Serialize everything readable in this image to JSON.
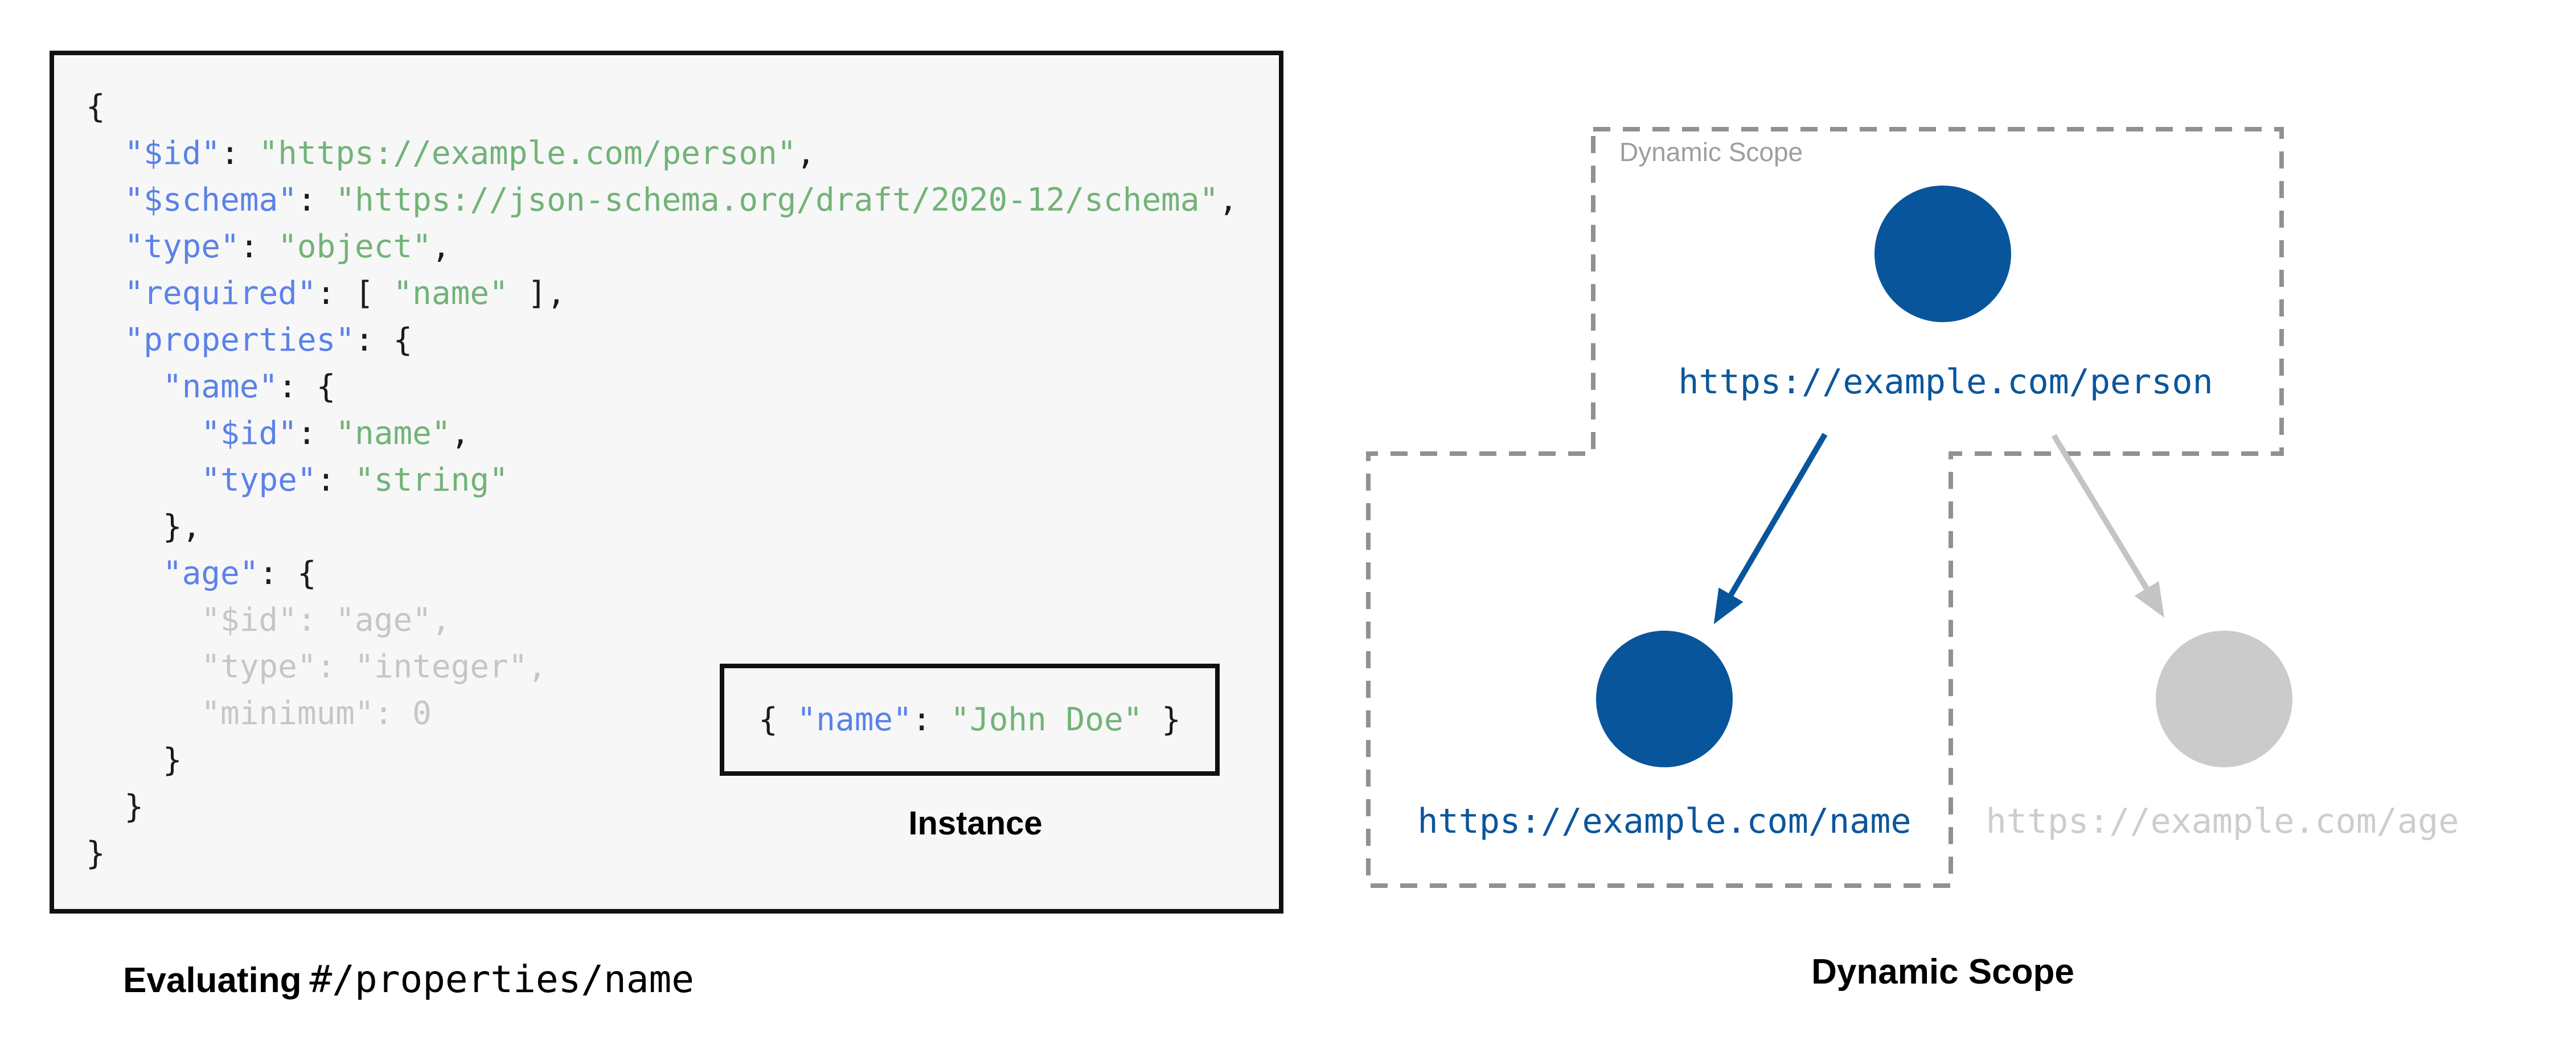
{
  "colors": {
    "page_bg": "#ffffff",
    "panel_bg": "#f7f7f7",
    "panel_border": "#111111",
    "code_key": "#5b82e8",
    "code_string": "#72b378",
    "code_punct": "#1b1b1b",
    "code_faded": "#c6c6c6",
    "node_blue": "#09559c",
    "node_gray": "#cbcbcb",
    "label_blue": "#0b569c",
    "label_gray": "#cdcdcd",
    "arrow_gray": "#c4c4c4",
    "scope_border": "#919191",
    "scope_label": "#9e9e9e",
    "caption_black": "#000000"
  },
  "schema_panel": {
    "code_lines": [
      [
        [
          "p",
          "{"
        ]
      ],
      [
        [
          "p",
          "  "
        ],
        [
          "k",
          "\"$id\""
        ],
        [
          "p",
          ": "
        ],
        [
          "s",
          "\"https://example.com/person\""
        ],
        [
          "p",
          ","
        ]
      ],
      [
        [
          "p",
          "  "
        ],
        [
          "k",
          "\"$schema\""
        ],
        [
          "p",
          ": "
        ],
        [
          "s",
          "\"https://json-schema.org/draft/2020-12/schema\""
        ],
        [
          "p",
          ","
        ]
      ],
      [
        [
          "p",
          "  "
        ],
        [
          "k",
          "\"type\""
        ],
        [
          "p",
          ": "
        ],
        [
          "s",
          "\"object\""
        ],
        [
          "p",
          ","
        ]
      ],
      [
        [
          "p",
          "  "
        ],
        [
          "k",
          "\"required\""
        ],
        [
          "p",
          ": [ "
        ],
        [
          "s",
          "\"name\""
        ],
        [
          "p",
          " ],"
        ]
      ],
      [
        [
          "p",
          "  "
        ],
        [
          "k",
          "\"properties\""
        ],
        [
          "p",
          ": {"
        ]
      ],
      [
        [
          "p",
          "    "
        ],
        [
          "k",
          "\"name\""
        ],
        [
          "p",
          ": {"
        ]
      ],
      [
        [
          "p",
          "      "
        ],
        [
          "k",
          "\"$id\""
        ],
        [
          "p",
          ": "
        ],
        [
          "s",
          "\"name\""
        ],
        [
          "p",
          ","
        ]
      ],
      [
        [
          "p",
          "      "
        ],
        [
          "k",
          "\"type\""
        ],
        [
          "p",
          ": "
        ],
        [
          "s",
          "\"string\""
        ]
      ],
      [
        [
          "p",
          "    },"
        ]
      ],
      [
        [
          "p",
          "    "
        ],
        [
          "k",
          "\"age\""
        ],
        [
          "p",
          ": {"
        ]
      ],
      [
        [
          "g",
          "      \"$id\": \"age\","
        ]
      ],
      [
        [
          "g",
          "      \"type\": \"integer\","
        ]
      ],
      [
        [
          "g",
          "      \"minimum\": 0"
        ]
      ],
      [
        [
          "p",
          "    }"
        ]
      ],
      [
        [
          "p",
          "  }"
        ]
      ],
      [
        [
          "p",
          "}"
        ]
      ]
    ],
    "instance": {
      "tokens": [
        [
          [
            "p",
            "{ "
          ],
          [
            "k",
            "\"name\""
          ],
          [
            "p",
            ": "
          ],
          [
            "s",
            "\"John Doe\""
          ],
          [
            "p",
            " }"
          ]
        ]
      ],
      "label": "Instance"
    },
    "caption": {
      "bold": "Evaluating",
      "pointer": "#/properties/name"
    }
  },
  "diagram": {
    "scope_label": "Dynamic Scope",
    "caption": "Dynamic Scope",
    "nodes": [
      {
        "id": "person",
        "label": "https://example.com/person",
        "state": "in-scope"
      },
      {
        "id": "name",
        "label": "https://example.com/name",
        "state": "in-scope"
      },
      {
        "id": "age",
        "label": "https://example.com/age",
        "state": "out-of-scope"
      }
    ]
  }
}
